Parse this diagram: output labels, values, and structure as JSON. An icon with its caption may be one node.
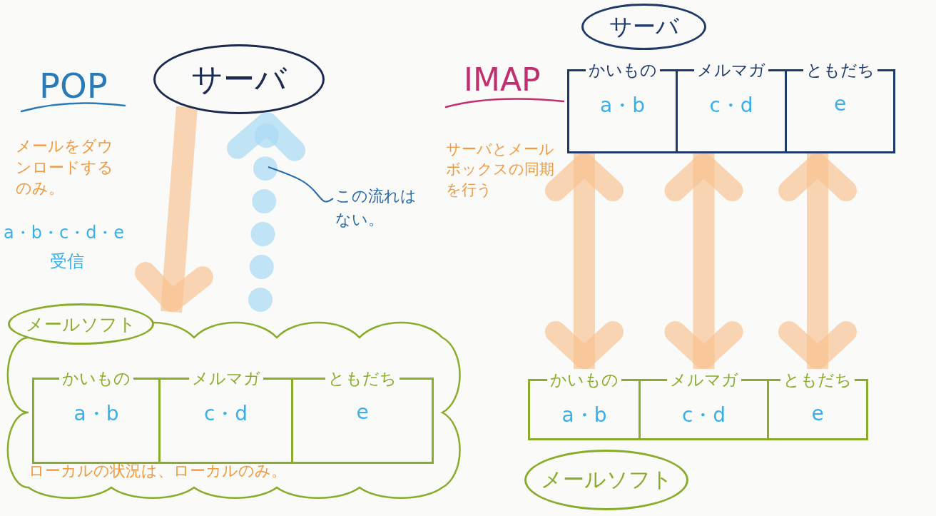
{
  "diagram": {
    "nodes": [
      {
        "text": [
          "サーバ"
        ]
      },
      {
        "text": [
          "メールソフト"
        ]
      },
      {
        "text": [
          "かいもの",
          "a・b"
        ],
        "in": 1
      },
      {
        "text": [
          "メルマガ",
          "c・d"
        ],
        "in": 1
      },
      {
        "text": [
          "ともだち",
          "e"
        ],
        "in": 1
      },
      {
        "text": [
          "この流れはない。"
        ]
      },
      {
        "text": [
          "サーバ"
        ]
      },
      {
        "text": [
          "かいもの",
          "a・b"
        ]
      },
      {
        "text": [
          "メルマガ",
          "c・d"
        ]
      },
      {
        "text": [
          "ともだち",
          "e"
        ]
      },
      {
        "text": [
          "かいもの",
          "a・b"
        ]
      },
      {
        "text": [
          "メルマガ",
          "c・d"
        ]
      },
      {
        "text": [
          "ともだち",
          "e"
        ]
      },
      {
        "text": [
          "メールソフト"
        ]
      }
    ],
    "edges": [
      {
        "from": 0,
        "to": 1,
        "arrow": "to"
      },
      {
        "from": 1,
        "to": 0,
        "arrow": "to",
        "style": "dashed",
        "color": "#a8d8f5"
      },
      {
        "from": 5,
        "to": null,
        "arrow": "none",
        "color": "#2a6aa8"
      },
      {
        "from": 7,
        "to": 10,
        "arrow": "both"
      },
      {
        "from": 8,
        "to": 11,
        "arrow": "both"
      },
      {
        "from": 9,
        "to": 12,
        "arrow": "both"
      }
    ],
    "labels": [
      "POP",
      "メールをダウンロードするのみ。",
      "a・b・c・d・e",
      "受信",
      "ローカルの状況は、ローカルのみ。",
      "IMAP",
      "サーバとメールボックスの同期を行う"
    ]
  }
}
